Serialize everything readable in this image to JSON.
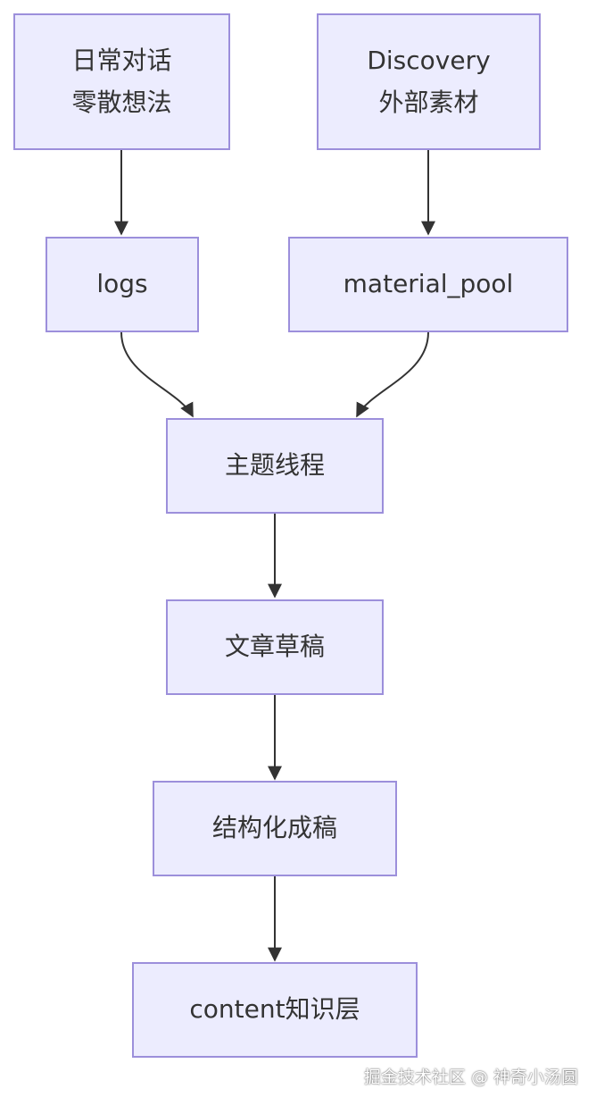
{
  "diagram": {
    "nodes": {
      "daily": {
        "line1": "日常对话",
        "line2": "零散想法"
      },
      "discovery": {
        "line1": "Discovery",
        "line2": "外部素材"
      },
      "logs": {
        "label": "logs"
      },
      "material_pool": {
        "label": "material_pool"
      },
      "topic_thread": {
        "label": "主题线程"
      },
      "draft": {
        "label": "文章草稿"
      },
      "structured": {
        "label": "结构化成稿"
      },
      "content": {
        "label": "content知识层"
      }
    },
    "edges": [
      {
        "from": "daily",
        "to": "logs"
      },
      {
        "from": "discovery",
        "to": "material_pool"
      },
      {
        "from": "logs",
        "to": "topic_thread"
      },
      {
        "from": "material_pool",
        "to": "topic_thread"
      },
      {
        "from": "topic_thread",
        "to": "draft"
      },
      {
        "from": "draft",
        "to": "structured"
      },
      {
        "from": "structured",
        "to": "content"
      }
    ],
    "colors": {
      "node_fill": "#ececfe",
      "node_border": "#9c8fdb",
      "edge": "#333333",
      "text": "#333333"
    }
  },
  "watermark": {
    "text": "掘金技术社区 @ 神奇小汤圆"
  }
}
